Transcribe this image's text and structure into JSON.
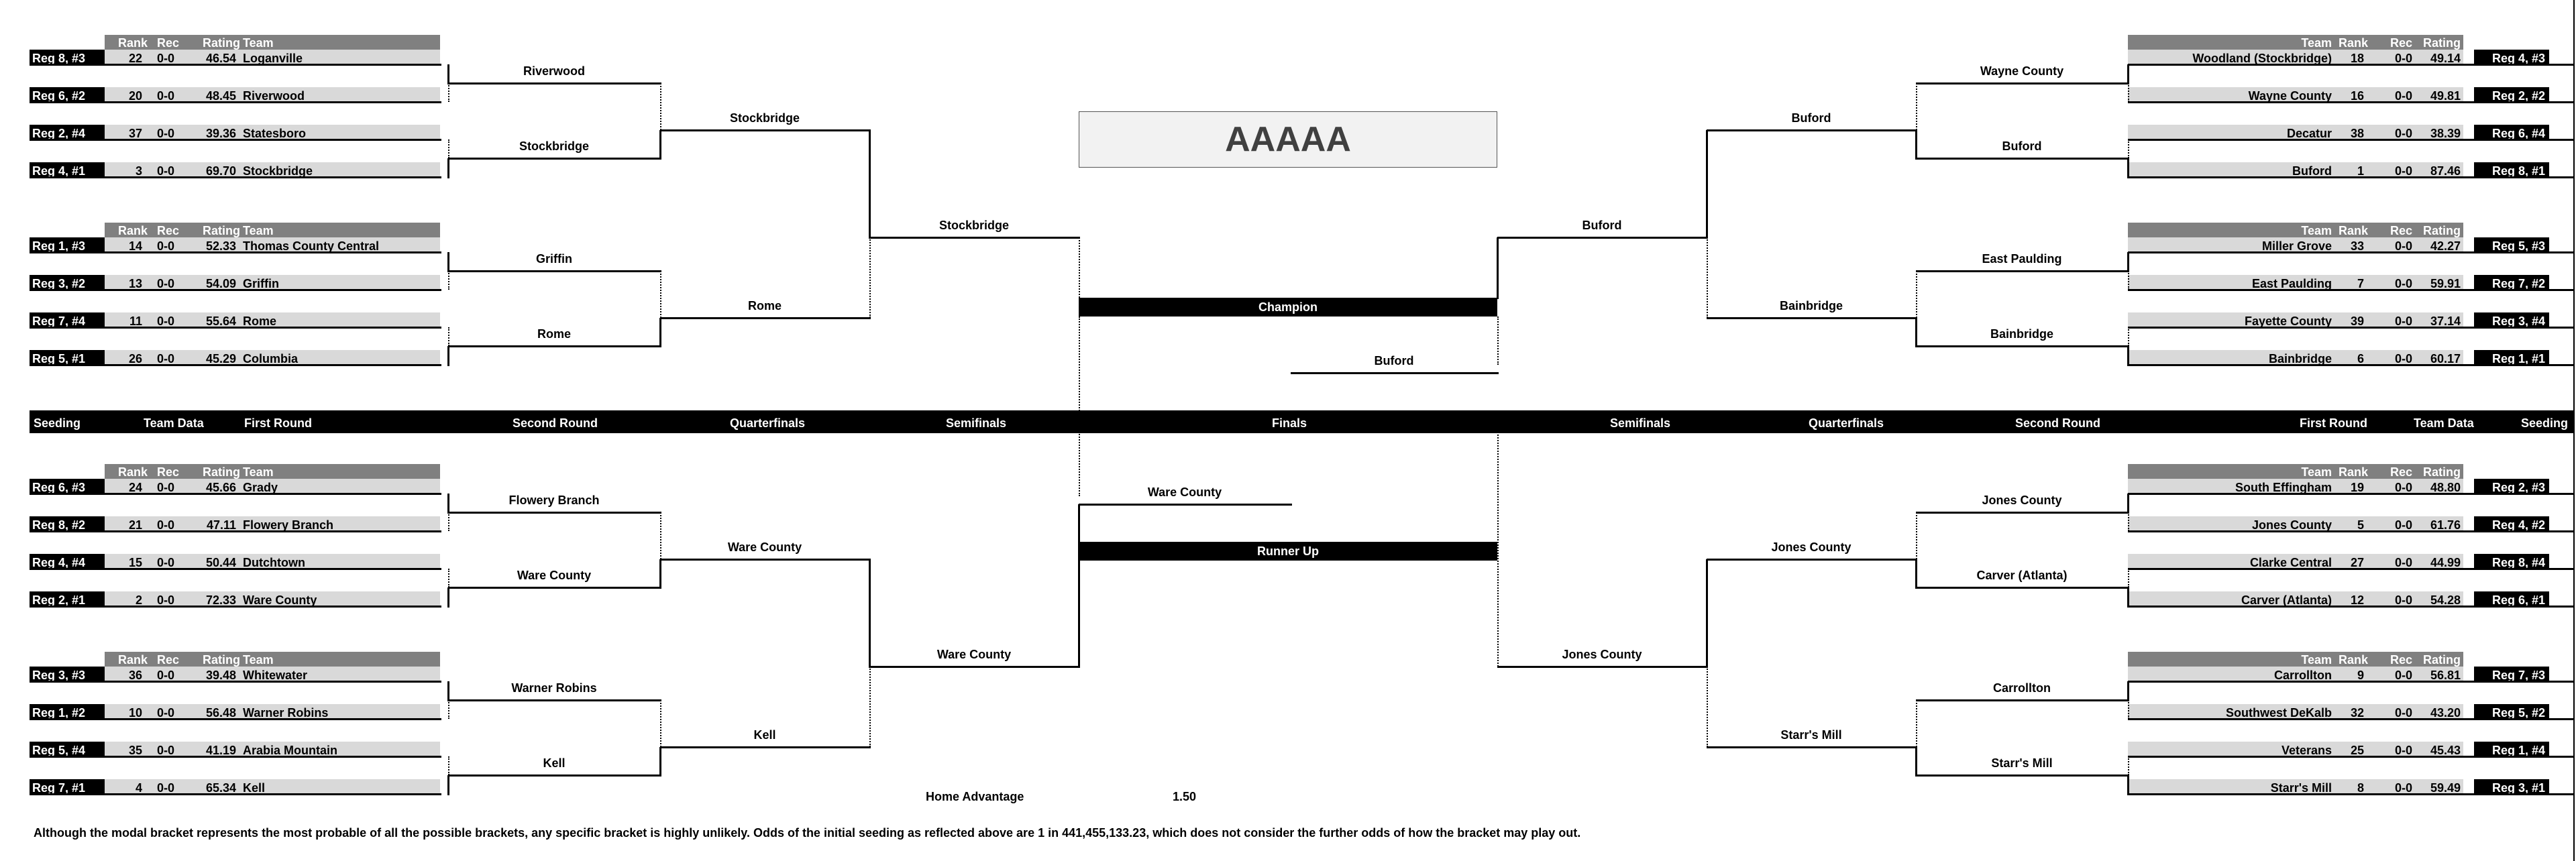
{
  "title": "AAAAA",
  "champion_label": "Champion",
  "runner_up_label": "Runner Up",
  "champion": "Buford",
  "runner_up": "Ware County",
  "table_headers": {
    "rank": "Rank",
    "rec": "Rec",
    "rating": "Rating",
    "team": "Team"
  },
  "stage_band": {
    "left": [
      "Seeding",
      "Team Data",
      "First Round",
      "Second Round",
      "Quarterfinals",
      "Semifinals"
    ],
    "center": "Finals",
    "right": [
      "Semifinals",
      "Quarterfinals",
      "Second Round",
      "First Round",
      "Team Data",
      "Seeding"
    ]
  },
  "footer": {
    "note": "Although the modal bracket represents the most probable of all the possible brackets, any specific bracket is highly unlikely.  Odds of the initial seeding as reflected above are 1 in 441,455,133.23, which does not consider the further odds of how the bracket may play out.",
    "home_advantage_label": "Home Advantage",
    "home_advantage_value": "1.50"
  },
  "regions": {
    "TL": {
      "teams": [
        {
          "seed": "Reg 8, #3",
          "rank": "22",
          "rec": "0-0",
          "rating": "46.54",
          "team": "Loganville"
        },
        {
          "seed": "Reg 6, #2",
          "rank": "20",
          "rec": "0-0",
          "rating": "48.45",
          "team": "Riverwood"
        },
        {
          "seed": "Reg 2, #4",
          "rank": "37",
          "rec": "0-0",
          "rating": "39.36",
          "team": "Statesboro"
        },
        {
          "seed": "Reg 4, #1",
          "rank": "3",
          "rec": "0-0",
          "rating": "69.70",
          "team": "Stockbridge"
        },
        {
          "seed": "Reg 1, #3",
          "rank": "14",
          "rec": "0-0",
          "rating": "52.33",
          "team": "Thomas County Central"
        },
        {
          "seed": "Reg 3, #2",
          "rank": "13",
          "rec": "0-0",
          "rating": "54.09",
          "team": "Griffin"
        },
        {
          "seed": "Reg 7, #4",
          "rank": "11",
          "rec": "0-0",
          "rating": "55.64",
          "team": "Rome"
        },
        {
          "seed": "Reg 5, #1",
          "rank": "26",
          "rec": "0-0",
          "rating": "45.29",
          "team": "Columbia"
        }
      ],
      "r2": [
        "Riverwood",
        "Stockbridge",
        "Griffin",
        "Rome"
      ],
      "qf": [
        "Stockbridge",
        "Rome"
      ],
      "sf": "Stockbridge"
    },
    "BL": {
      "teams": [
        {
          "seed": "Reg 6, #3",
          "rank": "24",
          "rec": "0-0",
          "rating": "45.66",
          "team": "Grady"
        },
        {
          "seed": "Reg 8, #2",
          "rank": "21",
          "rec": "0-0",
          "rating": "47.11",
          "team": "Flowery Branch"
        },
        {
          "seed": "Reg 4, #4",
          "rank": "15",
          "rec": "0-0",
          "rating": "50.44",
          "team": "Dutchtown"
        },
        {
          "seed": "Reg 2, #1",
          "rank": "2",
          "rec": "0-0",
          "rating": "72.33",
          "team": "Ware County"
        },
        {
          "seed": "Reg 3, #3",
          "rank": "36",
          "rec": "0-0",
          "rating": "39.48",
          "team": "Whitewater"
        },
        {
          "seed": "Reg 1, #2",
          "rank": "10",
          "rec": "0-0",
          "rating": "56.48",
          "team": "Warner Robins"
        },
        {
          "seed": "Reg 5, #4",
          "rank": "35",
          "rec": "0-0",
          "rating": "41.19",
          "team": "Arabia Mountain"
        },
        {
          "seed": "Reg 7, #1",
          "rank": "4",
          "rec": "0-0",
          "rating": "65.34",
          "team": "Kell"
        }
      ],
      "r2": [
        "Flowery Branch",
        "Ware County",
        "Warner Robins",
        "Kell"
      ],
      "qf": [
        "Ware County",
        "Kell"
      ],
      "sf": "Ware County"
    },
    "TR": {
      "teams": [
        {
          "seed": "Reg 4, #3",
          "rank": "18",
          "rec": "0-0",
          "rating": "49.14",
          "team": "Woodland (Stockbridge)"
        },
        {
          "seed": "Reg 2, #2",
          "rank": "16",
          "rec": "0-0",
          "rating": "49.81",
          "team": "Wayne County"
        },
        {
          "seed": "Reg 6, #4",
          "rank": "38",
          "rec": "0-0",
          "rating": "38.39",
          "team": "Decatur"
        },
        {
          "seed": "Reg 8, #1",
          "rank": "1",
          "rec": "0-0",
          "rating": "87.46",
          "team": "Buford"
        },
        {
          "seed": "Reg 5, #3",
          "rank": "33",
          "rec": "0-0",
          "rating": "42.27",
          "team": "Miller Grove"
        },
        {
          "seed": "Reg 7, #2",
          "rank": "7",
          "rec": "0-0",
          "rating": "59.91",
          "team": "East Paulding"
        },
        {
          "seed": "Reg 3, #4",
          "rank": "39",
          "rec": "0-0",
          "rating": "37.14",
          "team": "Fayette County"
        },
        {
          "seed": "Reg 1, #1",
          "rank": "6",
          "rec": "0-0",
          "rating": "60.17",
          "team": "Bainbridge"
        }
      ],
      "r2": [
        "Wayne County",
        "Buford",
        "East Paulding",
        "Bainbridge"
      ],
      "qf": [
        "Buford",
        "Bainbridge"
      ],
      "sf": "Buford"
    },
    "BR": {
      "teams": [
        {
          "seed": "Reg 2, #3",
          "rank": "19",
          "rec": "0-0",
          "rating": "48.80",
          "team": "South Effingham"
        },
        {
          "seed": "Reg 4, #2",
          "rank": "5",
          "rec": "0-0",
          "rating": "61.76",
          "team": "Jones County"
        },
        {
          "seed": "Reg 8, #4",
          "rank": "27",
          "rec": "0-0",
          "rating": "44.99",
          "team": "Clarke Central"
        },
        {
          "seed": "Reg 6, #1",
          "rank": "12",
          "rec": "0-0",
          "rating": "54.28",
          "team": "Carver (Atlanta)"
        },
        {
          "seed": "Reg 7, #3",
          "rank": "9",
          "rec": "0-0",
          "rating": "56.81",
          "team": "Carrollton"
        },
        {
          "seed": "Reg 5, #2",
          "rank": "32",
          "rec": "0-0",
          "rating": "43.20",
          "team": "Southwest DeKalb"
        },
        {
          "seed": "Reg 1, #4",
          "rank": "25",
          "rec": "0-0",
          "rating": "45.43",
          "team": "Veterans"
        },
        {
          "seed": "Reg 3, #1",
          "rank": "8",
          "rec": "0-0",
          "rating": "59.49",
          "team": "Starr's Mill"
        }
      ],
      "r2": [
        "Jones County",
        "Carver (Atlanta)",
        "Carrollton",
        "Starr's Mill"
      ],
      "qf": [
        "Jones County",
        "Starr's Mill"
      ],
      "sf": "Jones County"
    }
  }
}
